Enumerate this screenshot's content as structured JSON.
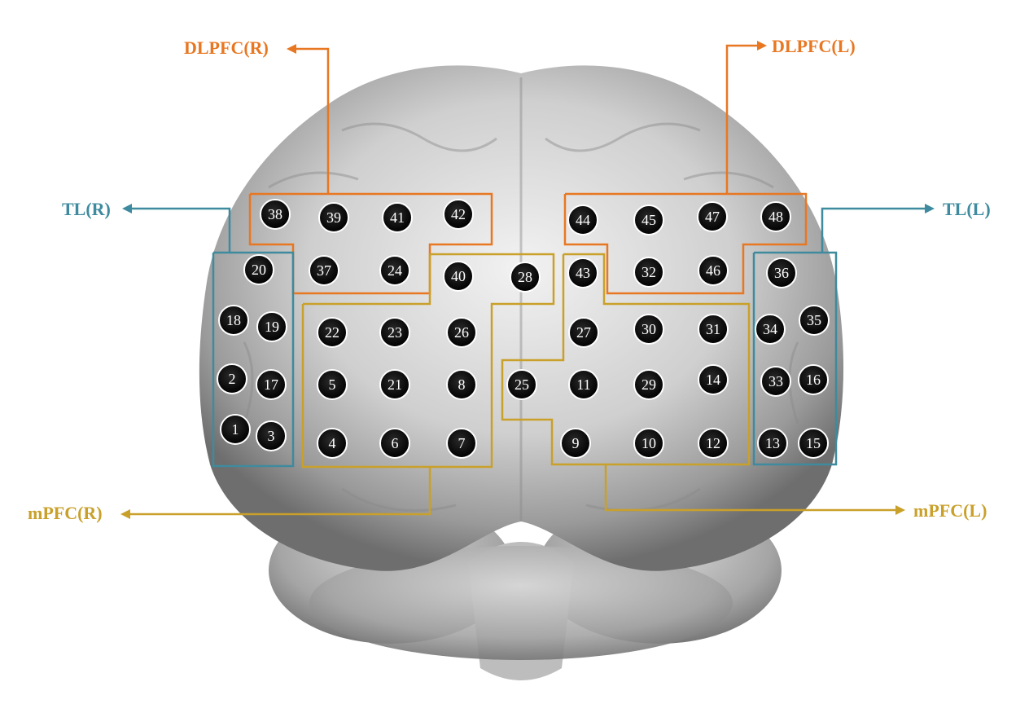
{
  "colors": {
    "dlpfc": "#E87722",
    "tl": "#3E8A9E",
    "mpfc": "#C9A02A",
    "channel_fill": "#0a0a0a",
    "channel_ring": "#ffffff"
  },
  "labels": {
    "dlpfc_right": "DLPFC(R)",
    "dlpfc_left": "DLPFC(L)",
    "tl_right": "TL(R)",
    "tl_left": "TL(L)",
    "mpfc_right": "mPFC(R)",
    "mpfc_left": "mPFC(L)"
  },
  "channels": [
    "1",
    "2",
    "3",
    "4",
    "5",
    "6",
    "7",
    "8",
    "9",
    "10",
    "11",
    "12",
    "13",
    "14",
    "15",
    "16",
    "17",
    "18",
    "19",
    "20",
    "21",
    "22",
    "23",
    "24",
    "25",
    "26",
    "27",
    "28",
    "29",
    "30",
    "31",
    "32",
    "33",
    "34",
    "35",
    "36",
    "37",
    "38",
    "39",
    "40",
    "41",
    "42",
    "43",
    "44",
    "45",
    "46",
    "47",
    "48"
  ]
}
